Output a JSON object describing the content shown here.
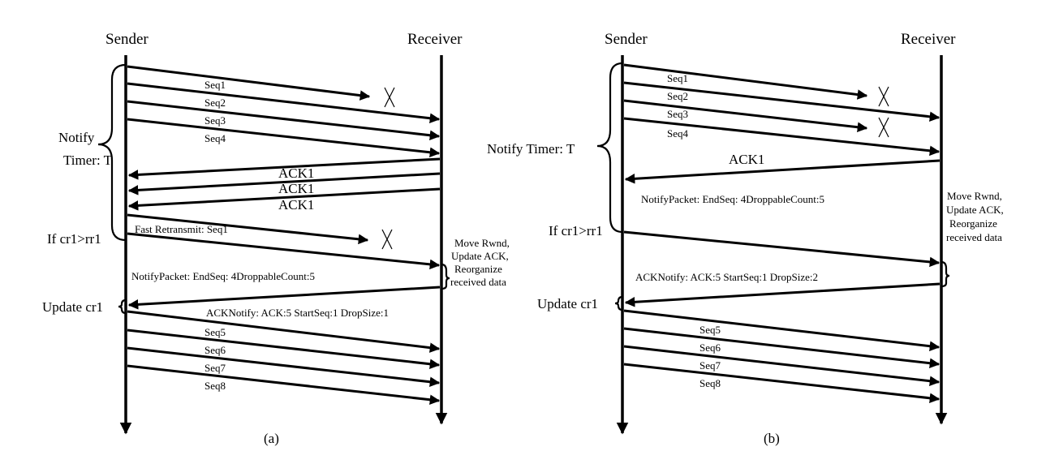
{
  "panel_a": {
    "sender": "Sender",
    "receiver": "Receiver",
    "notify_line1": "Notify",
    "notify_line2": "Timer: T",
    "seq1": "Seq1",
    "seq2": "Seq2",
    "seq3": "Seq3",
    "seq4": "Seq4",
    "ack1_a": "ACK1",
    "ack1_b": "ACK1",
    "ack1_c": "ACK1",
    "cond": "If cr1>rr1",
    "fast_retransmit": "Fast Retransmit: Seq1",
    "notify_packet": "NotifyPacket: EndSeq: 4DroppableCount:5",
    "recv_note1": "Move Rwnd,",
    "recv_note2": "Update ACK,",
    "recv_note3": "Reorganize",
    "recv_note4": "received data",
    "update": "Update cr1",
    "ack_notify": "ACKNotify: ACK:5 StartSeq:1 DropSize:1",
    "seq5": "Seq5",
    "seq6": "Seq6",
    "seq7": "Seq7",
    "seq8": "Seq8",
    "caption": "(a)"
  },
  "panel_b": {
    "sender": "Sender",
    "receiver": "Receiver",
    "notify": "Notify Timer: T",
    "seq1": "Seq1",
    "seq2": "Seq2",
    "seq3": "Seq3",
    "seq4": "Seq4",
    "ack1": "ACK1",
    "notify_packet": "NotifyPacket: EndSeq: 4DroppableCount:5",
    "cond": "If cr1>rr1",
    "recv_note1": "Move Rwnd,",
    "recv_note2": "Update ACK,",
    "recv_note3": "Reorganize",
    "recv_note4": "received data",
    "ack_notify": "ACKNotify: ACK:5 StartSeq:1 DropSize:2",
    "update": "Update cr1",
    "seq5": "Seq5",
    "seq6": "Seq6",
    "seq7": "Seq7",
    "seq8": "Seq8",
    "caption": "(b)"
  }
}
